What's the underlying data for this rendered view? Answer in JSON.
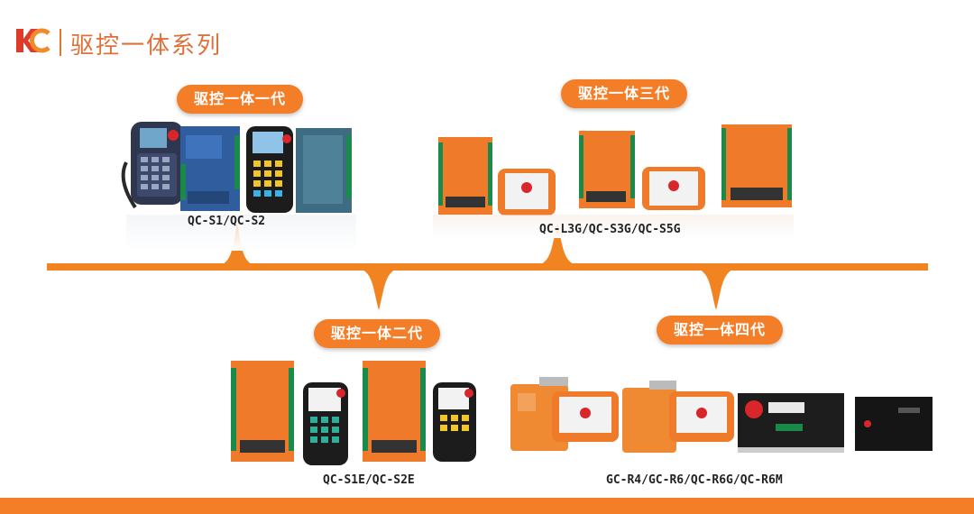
{
  "header": {
    "title": "驱控一体系列",
    "logo_icon": "kc-logo-icon"
  },
  "colors": {
    "accent": "#f47d28",
    "device_orange": "#ef7a2a",
    "device_blue": "#2f5d9e",
    "device_teal": "#3e6c82",
    "device_dark": "#1d1d1d"
  },
  "generations": [
    {
      "label": "驱控一体一代",
      "models": "QC-S1/QC-S2"
    },
    {
      "label": "驱控一体二代",
      "models": "QC-S1E/QC-S2E"
    },
    {
      "label": "驱控一体三代",
      "models": "QC-L3G/QC-S3G/QC-S5G"
    },
    {
      "label": "驱控一体四代",
      "models": "GC-R4/GC-R6/QC-R6G/QC-R6M"
    }
  ]
}
